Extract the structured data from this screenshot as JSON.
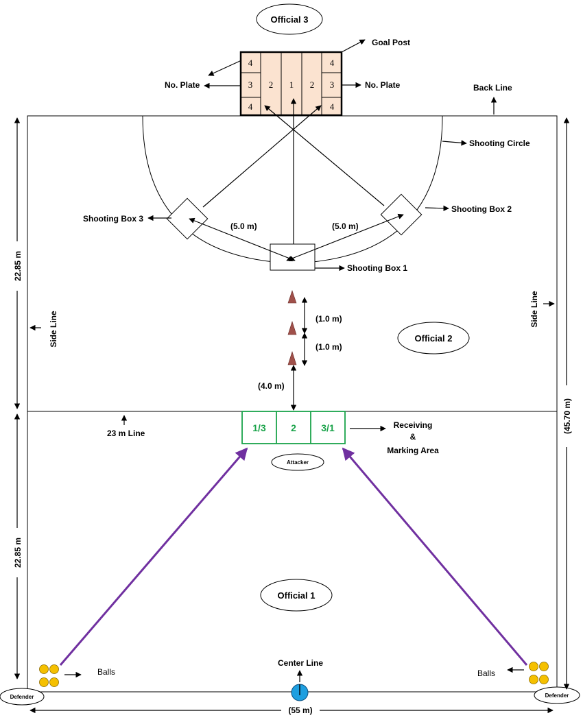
{
  "labels": {
    "official_3": "Official 3",
    "official_2": "Official 2",
    "official_1": "Official 1",
    "goal_post": "Goal Post",
    "no_plate": "No. Plate",
    "back_line": "Back Line",
    "shooting_circle": "Shooting Circle",
    "shooting_box_1": "Shooting Box 1",
    "shooting_box_2": "Shooting Box 2",
    "shooting_box_3": "Shooting Box 3",
    "dist_5m": "(5.0 m)",
    "dist_1m": "(1.0 m)",
    "dist_4m": "(4.0 m)",
    "side_line": "Side Line",
    "line_23m": "23 m Line",
    "receiving_1": "Receiving",
    "receiving_2": "&",
    "receiving_3": "Marking Area",
    "attacker": "Attacker",
    "defender": "Defender",
    "balls": "Balls",
    "center_line": "Center Line",
    "dim_2285": "22.85 m",
    "dim_4570": "(45.70 m)",
    "dim_55": "(55 m)"
  },
  "goal_plates": {
    "left_top": "4",
    "left_mid": "3",
    "left_bot": "4",
    "inner_left": "2",
    "center": "1",
    "inner_right": "2",
    "right_top": "4",
    "right_mid": "3",
    "right_bot": "4"
  },
  "receiving_zones": [
    "1/3",
    "2",
    "3/1"
  ],
  "colors": {
    "pass_line": "#7030a0",
    "receiving_box": "#1aa34a",
    "cone": "#a0504a",
    "ball": "#f5c000",
    "center_ball": "#1e9fe0",
    "plate_fill": "#fbe3d0"
  }
}
